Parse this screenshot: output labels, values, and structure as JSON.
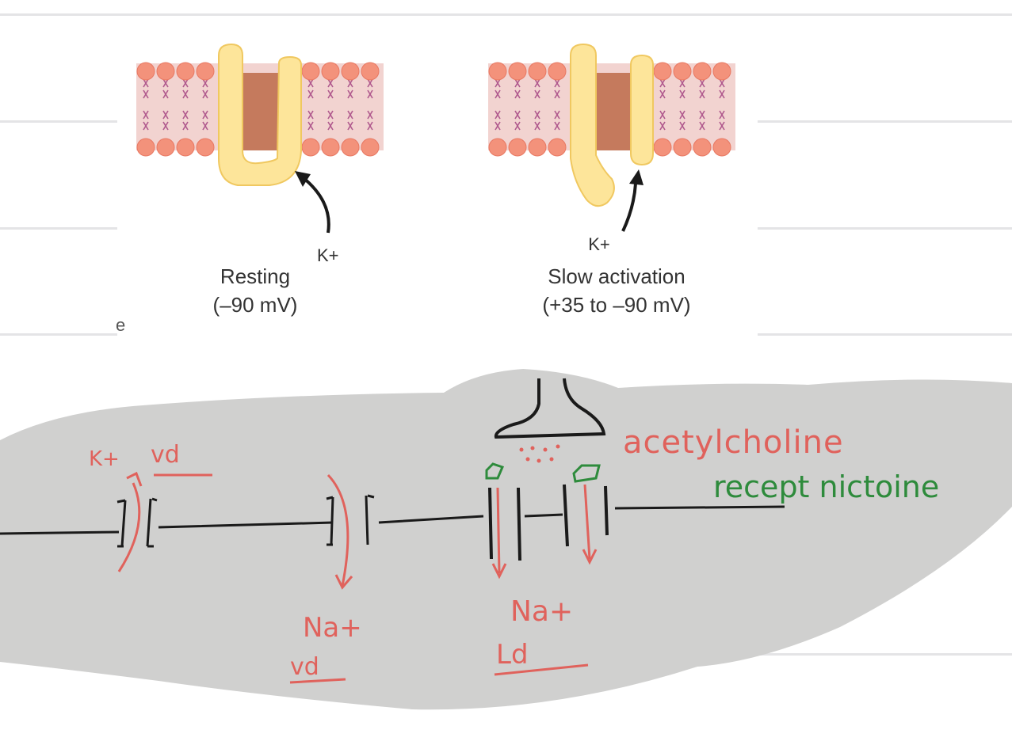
{
  "figure": {
    "left_panel": {
      "ion_label": "K+",
      "state": "Resting",
      "voltage": "(–90 mV)"
    },
    "right_panel": {
      "ion_label": "K+",
      "state": "Slow activation",
      "voltage": "(+35 to –90 mV)"
    },
    "stray_char": "e"
  },
  "whiteboard": {
    "potassium_label": "K+",
    "potassium_channel_state": "vd",
    "sodium_label_mid": "Na+",
    "sodium_channel_state_mid": "vd",
    "neurotransmitter": "acetylcholine",
    "receptor": "recept nictoine",
    "sodium_label_right": "Na+",
    "ligand_state": "Ld"
  },
  "colors": {
    "notebook_rule": "#e4e4e6",
    "board": "#d0d0cf",
    "ink_red": "#e0625c",
    "ink_green": "#2e8b3c",
    "ink_black": "#1a1a1a",
    "lipid_head": "#f3927b",
    "lipid_band": "#f2d3d0",
    "lipid_tail": "#b05a8e",
    "channel_protein": "#fde59a",
    "channel_pore": "#c57a5d"
  }
}
